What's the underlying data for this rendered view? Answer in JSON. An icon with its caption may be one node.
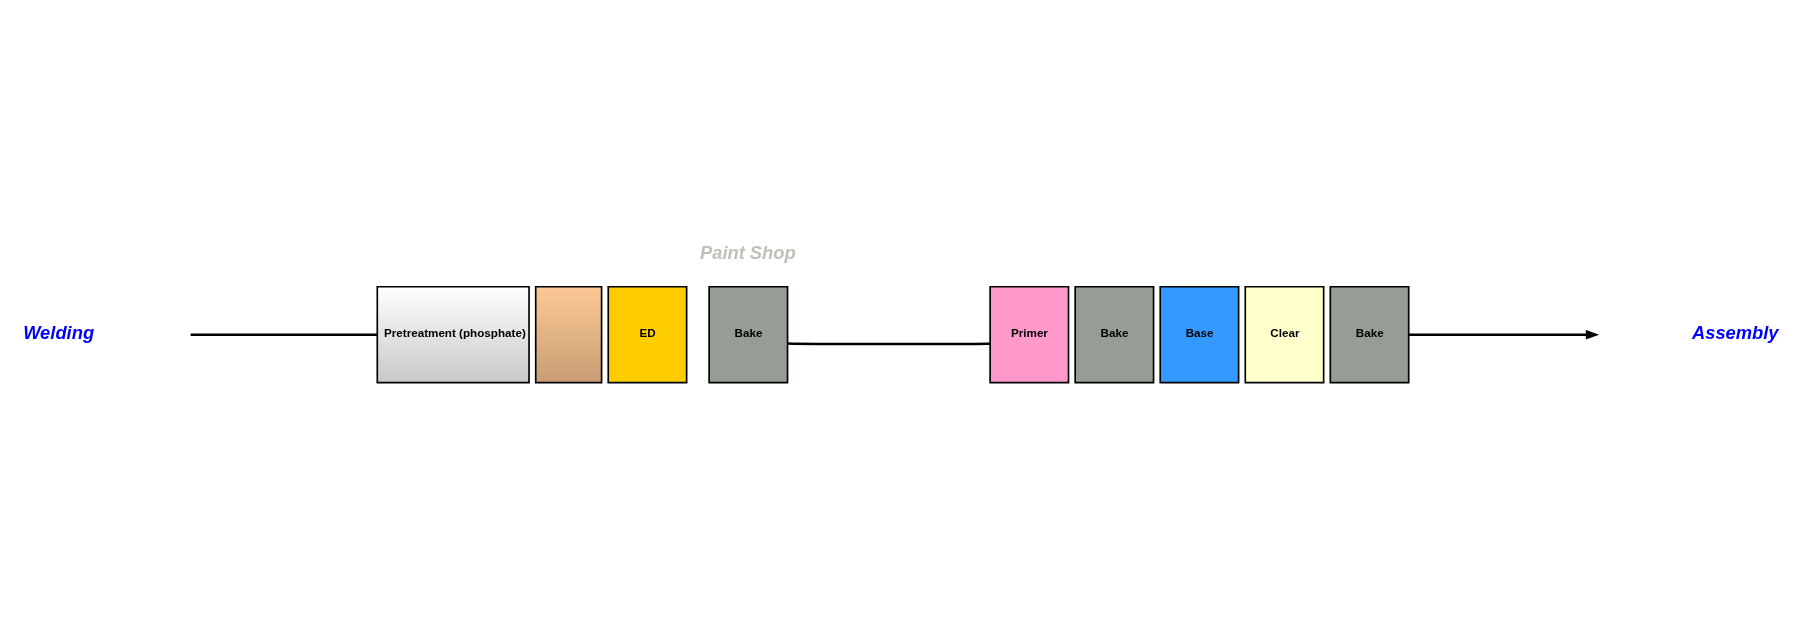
{
  "diagram": {
    "nodes": [
      {
        "text": [
          "Pretreatment (phosphate)"
        ]
      },
      {
        "text": [],
        "shape": "box"
      },
      {
        "text": [
          "ED"
        ]
      },
      {
        "text": [
          "Bake"
        ]
      },
      {
        "text": [
          "Primer"
        ]
      },
      {
        "text": [
          "Bake"
        ]
      },
      {
        "text": [
          "Base"
        ]
      },
      {
        "text": [
          "Clear"
        ]
      },
      {
        "text": [
          "Bake"
        ]
      }
    ],
    "edges": [
      {
        "from": null,
        "to": 0,
        "arrow": "none"
      },
      {
        "from": 3,
        "to": 4,
        "arrow": "none"
      },
      {
        "from": 8,
        "to": null,
        "arrow": "to"
      }
    ],
    "labels": [
      "Welding",
      "Paint Shop",
      "Assembly"
    ]
  }
}
